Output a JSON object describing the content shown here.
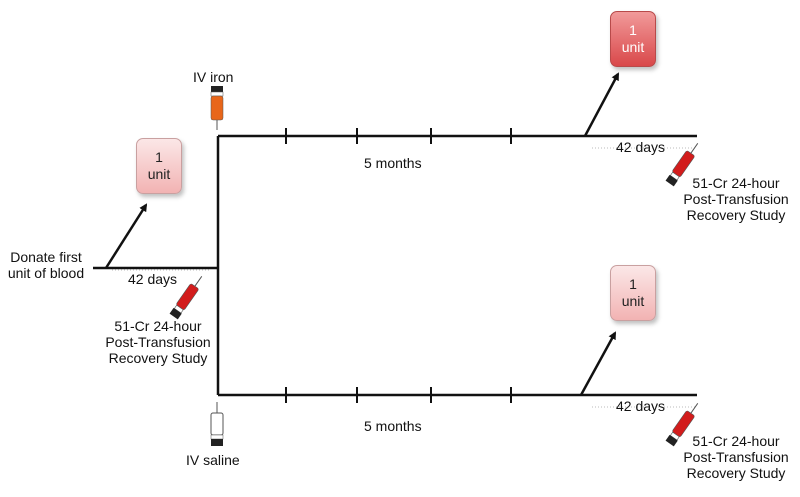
{
  "start": {
    "label_line1": "Donate first",
    "label_line2": "unit of blood"
  },
  "initial_segment": {
    "duration": "42 days",
    "study_line1": "51-Cr 24-hour",
    "study_line2": "Post-Transfusion",
    "study_line3": "Recovery Study"
  },
  "units": {
    "first": {
      "line1": "1",
      "line2": "unit"
    },
    "iron": {
      "line1": "1",
      "line2": "unit"
    },
    "saline": {
      "line1": "1",
      "line2": "unit"
    }
  },
  "iron_arm": {
    "treatment": "IV iron",
    "period": "5 months",
    "duration": "42 days",
    "study_line1": "51-Cr 24-hour",
    "study_line2": "Post-Transfusion",
    "study_line3": "Recovery Study"
  },
  "saline_arm": {
    "treatment": "IV saline",
    "period": "5 months",
    "duration": "42 days",
    "study_line1": "51-Cr 24-hour",
    "study_line2": "Post-Transfusion",
    "study_line3": "Recovery Study"
  },
  "colors": {
    "line": "#111111",
    "iron_vial": "#e8661a",
    "saline_vial": "#ffffff",
    "syringe_red": "#d21c1c",
    "unit_light": "#f2b3b3",
    "unit_dark": "#d9484a"
  }
}
